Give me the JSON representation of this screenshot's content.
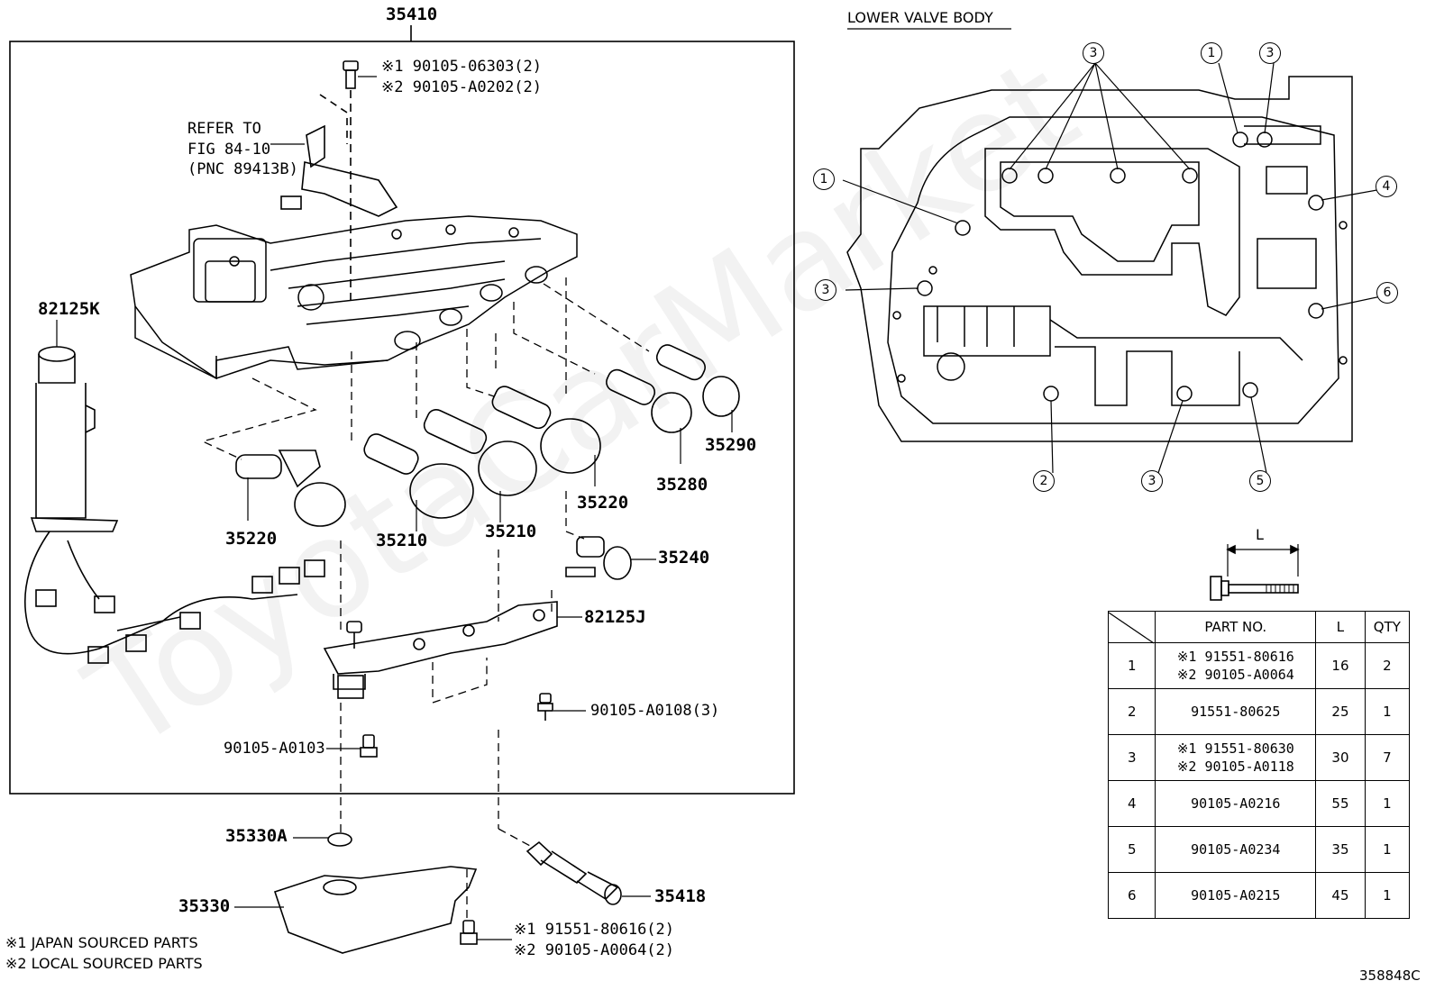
{
  "diagram_id": "358848C",
  "watermark": "ToyotaCarMarket",
  "assembly": {
    "part_no": "35410"
  },
  "labels": {
    "refer_note": [
      "REFER TO",
      "FIG 84-10",
      "(PNC 89413B)"
    ],
    "bolt_top": [
      "※1 90105-06303(2)",
      "※2 90105-A0202(2)"
    ],
    "bolt_bottom": [
      "※1 91551-80616(2)",
      "※2 90105-A0064(2)"
    ],
    "p82125K": "82125K",
    "p35220_a": "35220",
    "p35210_a": "35210",
    "p35210_b": "35210",
    "p35220_b": "35220",
    "p35280": "35280",
    "p35290": "35290",
    "p35240": "35240",
    "p82125J": "82125J",
    "p90105_A0108": "90105-A0108(3)",
    "p90105_A0103": "90105-A0103",
    "p35330A": "35330A",
    "p35330": "35330",
    "p35418": "35418"
  },
  "legend": [
    "※1 JAPAN SOURCED PARTS",
    "※2 LOCAL SOURCED PARTS"
  ],
  "lower_valve_body": {
    "title": "LOWER VALVE BODY",
    "callouts": [
      "3",
      "1",
      "3",
      "1",
      "4",
      "3",
      "6",
      "2",
      "3",
      "5"
    ]
  },
  "bolt_dim_label": "L",
  "bolt_table": {
    "headers": [
      "PART NO.",
      "L",
      "QTY"
    ],
    "rows": [
      {
        "no": "1",
        "parts": [
          "※1 91551-80616",
          "※2 90105-A0064"
        ],
        "l": "16",
        "qty": "2"
      },
      {
        "no": "2",
        "parts": [
          "91551-80625"
        ],
        "l": "25",
        "qty": "1"
      },
      {
        "no": "3",
        "parts": [
          "※1 91551-80630",
          "※2 90105-A0118"
        ],
        "l": "30",
        "qty": "7"
      },
      {
        "no": "4",
        "parts": [
          "90105-A0216"
        ],
        "l": "55",
        "qty": "1"
      },
      {
        "no": "5",
        "parts": [
          "90105-A0234"
        ],
        "l": "35",
        "qty": "1"
      },
      {
        "no": "6",
        "parts": [
          "90105-A0215"
        ],
        "l": "45",
        "qty": "1"
      }
    ]
  }
}
